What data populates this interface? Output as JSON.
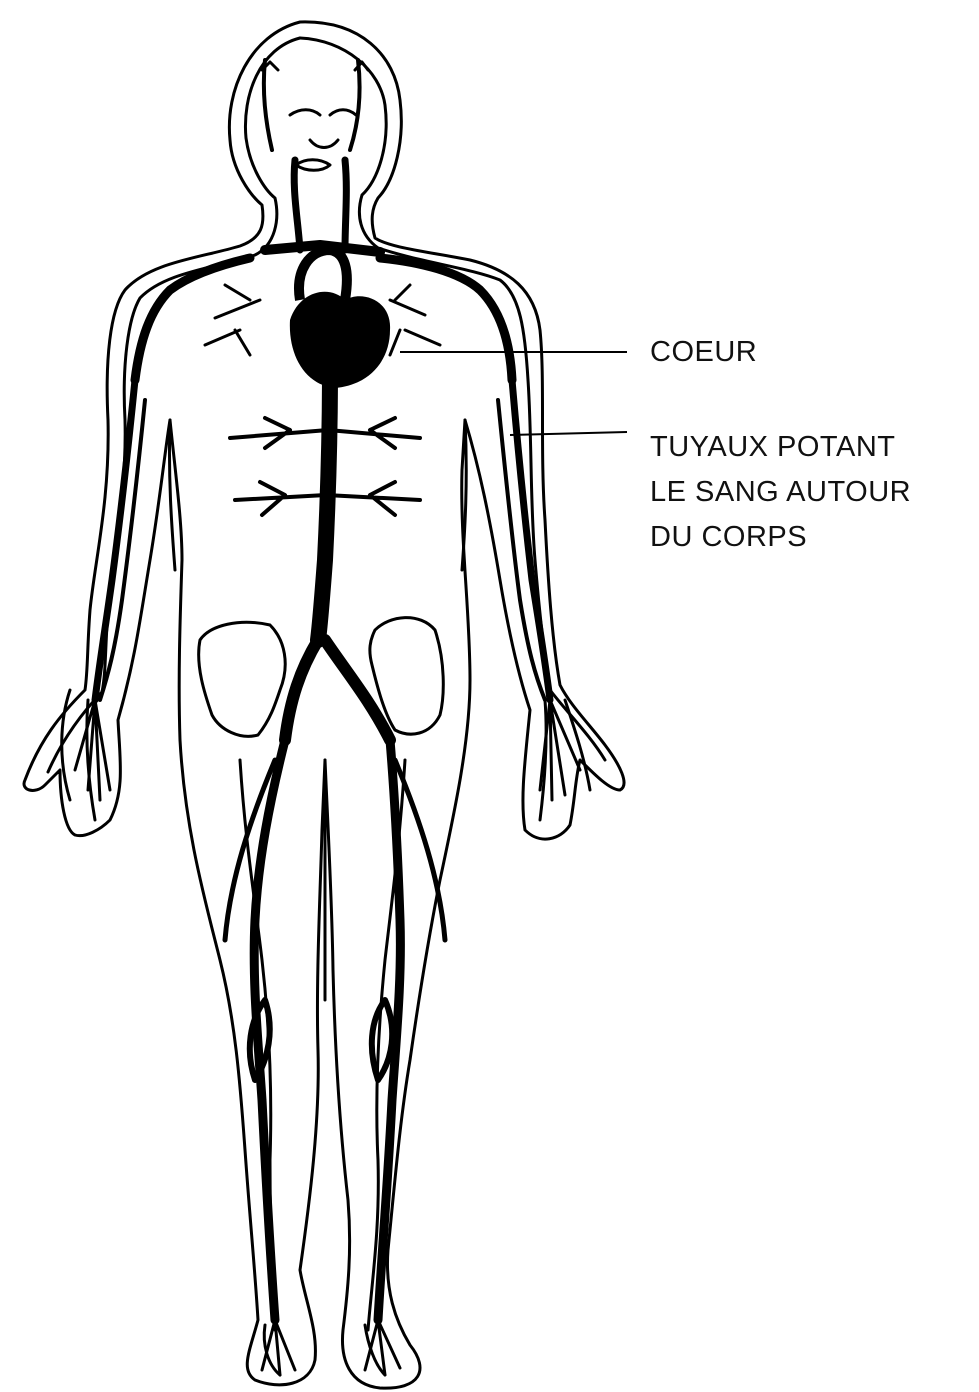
{
  "labels": {
    "heart": "COEUR",
    "vessels": [
      "TUYAUX POTANT",
      "LE SANG AUTOUR",
      "DU CORPS"
    ]
  },
  "colors": {
    "outline": "#000000",
    "vessels": "#000000",
    "background": "#ffffff",
    "text": "#111111"
  }
}
